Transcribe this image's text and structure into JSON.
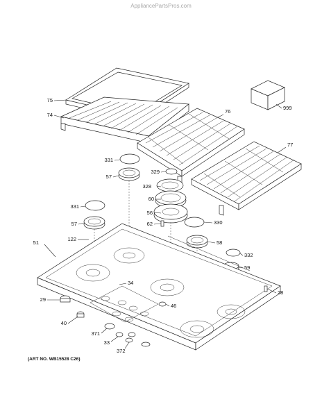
{
  "site": {
    "watermark": "AppliancePartsPros.com"
  },
  "art_note": "(ART NO. WB15528 C26)",
  "callouts": {
    "c75": "75",
    "c74": "74",
    "c76": "76",
    "c77": "77",
    "c999": "999",
    "c331a": "331",
    "c57a": "57",
    "c329": "329",
    "c328": "328",
    "c60": "60",
    "c56": "56",
    "c331b": "331",
    "c57b": "57",
    "c62": "62",
    "c330": "330",
    "c122": "122",
    "c51": "51",
    "c58": "58",
    "c332": "332",
    "c59": "59",
    "c34": "34",
    "c29": "29",
    "c46": "46",
    "c28": "28",
    "c40": "40",
    "c371": "371",
    "c33": "33",
    "c372": "372"
  }
}
